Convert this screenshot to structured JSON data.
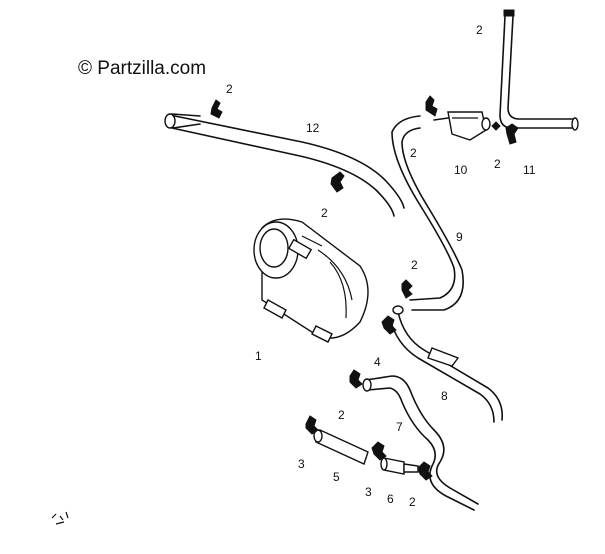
{
  "watermark": "© Partzilla.com",
  "callouts": [
    {
      "id": "c1",
      "text": "1"
    },
    {
      "id": "c2a",
      "text": "2"
    },
    {
      "id": "c2b",
      "text": "2"
    },
    {
      "id": "c2c",
      "text": "2"
    },
    {
      "id": "c2d",
      "text": "2"
    },
    {
      "id": "c2e",
      "text": "2"
    },
    {
      "id": "c2f",
      "text": "2"
    },
    {
      "id": "c2g",
      "text": "2"
    },
    {
      "id": "c2h",
      "text": "2"
    },
    {
      "id": "c3a",
      "text": "3"
    },
    {
      "id": "c3b",
      "text": "3"
    },
    {
      "id": "c4",
      "text": "4"
    },
    {
      "id": "c5",
      "text": "5"
    },
    {
      "id": "c6",
      "text": "6"
    },
    {
      "id": "c7",
      "text": "7"
    },
    {
      "id": "c8",
      "text": "8"
    },
    {
      "id": "c9",
      "text": "9"
    },
    {
      "id": "c10",
      "text": "10"
    },
    {
      "id": "c11",
      "text": "11"
    },
    {
      "id": "c12",
      "text": "12"
    }
  ]
}
